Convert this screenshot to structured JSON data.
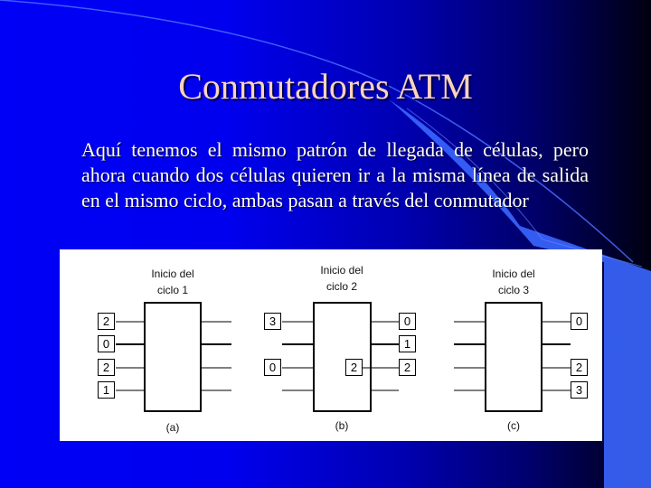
{
  "slide": {
    "title": "Conmutadores ATM",
    "body": "Aquí tenemos el mismo patrón de llegada de células, pero ahora cuando dos células quieren ir a la misma línea de salida en el mismo ciclo, ambas pasan a través del conmutador",
    "colors": {
      "background_left": "#0000f6",
      "background_right": "#000010",
      "title": "#f9d2c0",
      "body_text": "#ffffff",
      "accent_streak": "#3a66ff"
    }
  },
  "figure": {
    "panels": [
      {
        "caption": "(a)",
        "heading_line1": "Inicio del",
        "heading_line2": "ciclo 1",
        "inputs": [
          "2",
          "0",
          "2",
          "1"
        ],
        "internal": [],
        "outputs": []
      },
      {
        "caption": "(b)",
        "heading_line1": "Inicio del",
        "heading_line2": "ciclo 2",
        "inputs": [
          "3",
          "",
          "0",
          ""
        ],
        "internal": [
          "2"
        ],
        "outputs": [
          "0",
          "1",
          "2",
          ""
        ]
      },
      {
        "caption": "(c)",
        "heading_line1": "Inicio del",
        "heading_line2": "ciclo 3",
        "inputs": [
          "",
          "",
          "",
          ""
        ],
        "internal": [],
        "outputs": [
          "0",
          "",
          "2",
          "3"
        ]
      }
    ]
  }
}
